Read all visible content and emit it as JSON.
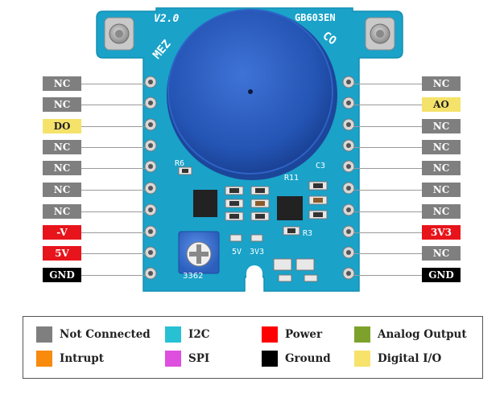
{
  "board": {
    "silk_version": "V2.0",
    "silk_model": "GB603EN",
    "silk_left_corner": "MEZ",
    "silk_right_corner": "CO",
    "silk_r6": "R6",
    "silk_r11": "R11",
    "silk_r3": "R3",
    "silk_c3": "C3",
    "silk_5v": "5V",
    "silk_3v3": "3V3",
    "silk_pot": "3362"
  },
  "left_pins": [
    {
      "label": "NC",
      "color": "#7f7f7f",
      "text_color": "#ffffff"
    },
    {
      "label": "NC",
      "color": "#7f7f7f",
      "text_color": "#ffffff"
    },
    {
      "label": "DO",
      "color": "#f5e26a",
      "text_color": "#222222"
    },
    {
      "label": "NC",
      "color": "#7f7f7f",
      "text_color": "#ffffff"
    },
    {
      "label": "NC",
      "color": "#7f7f7f",
      "text_color": "#ffffff"
    },
    {
      "label": "NC",
      "color": "#7f7f7f",
      "text_color": "#ffffff"
    },
    {
      "label": "NC",
      "color": "#7f7f7f",
      "text_color": "#ffffff"
    },
    {
      "label": "-V",
      "color": "#e8141b",
      "text_color": "#ffffff"
    },
    {
      "label": "5V",
      "color": "#e8141b",
      "text_color": "#ffffff"
    },
    {
      "label": "GND",
      "color": "#000000",
      "text_color": "#ffffff"
    }
  ],
  "right_pins": [
    {
      "label": "NC",
      "color": "#7f7f7f",
      "text_color": "#ffffff"
    },
    {
      "label": "AO",
      "color": "#f5e26a",
      "text_color": "#222222"
    },
    {
      "label": "NC",
      "color": "#7f7f7f",
      "text_color": "#ffffff"
    },
    {
      "label": "NC",
      "color": "#7f7f7f",
      "text_color": "#ffffff"
    },
    {
      "label": "NC",
      "color": "#7f7f7f",
      "text_color": "#ffffff"
    },
    {
      "label": "NC",
      "color": "#7f7f7f",
      "text_color": "#ffffff"
    },
    {
      "label": "NC",
      "color": "#7f7f7f",
      "text_color": "#ffffff"
    },
    {
      "label": "3V3",
      "color": "#e8141b",
      "text_color": "#ffffff"
    },
    {
      "label": "NC",
      "color": "#7f7f7f",
      "text_color": "#ffffff"
    },
    {
      "label": "GND",
      "color": "#000000",
      "text_color": "#ffffff"
    }
  ],
  "legend": [
    {
      "label": "Not Connected",
      "color": "#7f7f7f"
    },
    {
      "label": "Intrupt",
      "color": "#f88a0d"
    },
    {
      "label": "I2C",
      "color": "#27c1d3"
    },
    {
      "label": "SPI",
      "color": "#df4fdf"
    },
    {
      "label": "Power",
      "color": "#ff0000"
    },
    {
      "label": "Ground",
      "color": "#000000"
    },
    {
      "label": "Analog Output",
      "color": "#7da22c"
    },
    {
      "label": "Digital I/O",
      "color": "#f7e26b"
    }
  ]
}
